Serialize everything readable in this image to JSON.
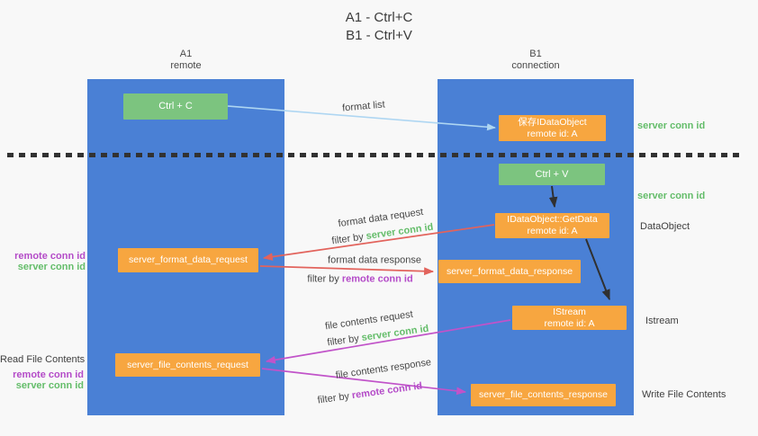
{
  "title": {
    "line1": "A1 - Ctrl+C",
    "line2": "B1 - Ctrl+V"
  },
  "lanes": {
    "left": {
      "title": "A1",
      "subtitle": "remote"
    },
    "right": {
      "title": "B1",
      "subtitle": "connection"
    }
  },
  "nodes": {
    "ctrl_c": {
      "label": "Ctrl + C"
    },
    "save_idataobject": {
      "line1": "保存IDataObject",
      "line2": "remote id: A"
    },
    "ctrl_v": {
      "label": "Ctrl + V"
    },
    "getdata": {
      "line1": "IDataObject::GetData",
      "line2": "remote id: A"
    },
    "format_request": {
      "label": "server_format_data_request"
    },
    "format_response": {
      "label": "server_format_data_response"
    },
    "istream": {
      "line1": "IStream",
      "line2": "remote id: A"
    },
    "file_request": {
      "label": "server_file_contents_request"
    },
    "file_response": {
      "label": "server_file_contents_response"
    }
  },
  "right_labels": {
    "server_conn_id_top": "server conn id",
    "server_conn_id_mid": "server conn id",
    "dataobject": "DataObject",
    "istream": "Istream",
    "write_file_contents": "Write File Contents"
  },
  "left_labels": {
    "remote_conn_id_format": "remote conn id",
    "server_conn_id_format": "server conn id",
    "read_file_contents": "Read File Contents",
    "remote_conn_id_file": "remote conn id",
    "server_conn_id_file": "server conn id"
  },
  "arrow_labels": {
    "format_list": "format list",
    "format_data_request": "format data request",
    "format_data_response": "format data response",
    "file_contents_request": "file contents request",
    "file_contents_response": "file contents response",
    "filter_by_prefix": "filter by ",
    "filter_server_conn_id": "server conn id",
    "filter_remote_conn_id": "remote conn id"
  },
  "colors": {
    "lane_blue": "#4a80d5",
    "box_green": "#7cc47f",
    "box_orange": "#f7a640",
    "text_green": "#64bd6a",
    "text_purple": "#b44bc8",
    "arrow_red": "#e2635c",
    "arrow_magenta": "#c153c9",
    "arrow_lightblue": "#aed6f2",
    "arrow_black": "#303030"
  }
}
